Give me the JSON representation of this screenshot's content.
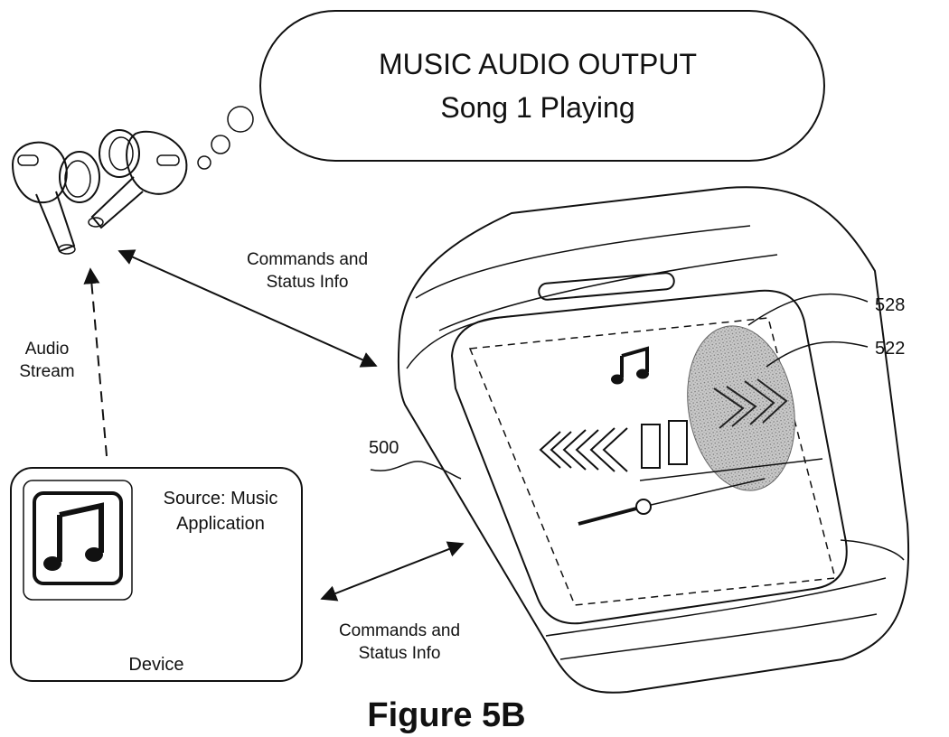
{
  "cloud": {
    "title": "MUSIC AUDIO OUTPUT",
    "subtitle": "Song 1 Playing"
  },
  "arrows": {
    "top_label_line1": "Commands and",
    "top_label_line2": "Status Info",
    "bottom_label_line1": "Commands and",
    "bottom_label_line2": "Status Info",
    "audio_label_line1": "Audio",
    "audio_label_line2": "Stream"
  },
  "device": {
    "source_line1": "Source: Music",
    "source_line2": "Application",
    "label": "Device"
  },
  "references": {
    "case": "500",
    "touch": "528",
    "forward": "522"
  },
  "figure": {
    "caption": "Figure 5B"
  },
  "icons": {
    "music_note": "music-note-icon",
    "app": "music-app-icon",
    "rewind": "rewind-icon",
    "pause": "pause-icon",
    "forward": "fast-forward-icon"
  },
  "colors": {
    "ink": "#111111",
    "touch_fill": "#b8b8b8"
  }
}
